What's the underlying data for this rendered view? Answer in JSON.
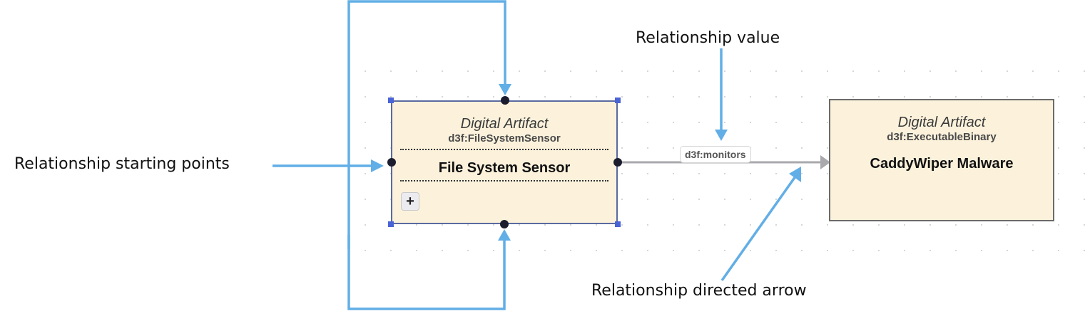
{
  "nodes": [
    {
      "id": "file-system-sensor",
      "kind": "Digital Artifact",
      "class": "d3f:FileSystemSensor",
      "title": "File System Sensor",
      "selected": true,
      "add_button": "+"
    },
    {
      "id": "caddywiper-malware",
      "kind": "Digital Artifact",
      "class": "d3f:ExecutableBinary",
      "title": "CaddyWiper Malware",
      "selected": false
    }
  ],
  "edge": {
    "from": "file-system-sensor",
    "to": "caddywiper-malware",
    "label": "d3f:monitors"
  },
  "annotations": {
    "starting_points": "Relationship starting points",
    "value": "Relationship value",
    "directed_arrow": "Relationship directed arrow"
  },
  "colors": {
    "node_fill": "#fcf2dc",
    "selection": "#4a63d6",
    "edge": "#a9a9ad",
    "annotation_arrow": "#62aee6"
  }
}
